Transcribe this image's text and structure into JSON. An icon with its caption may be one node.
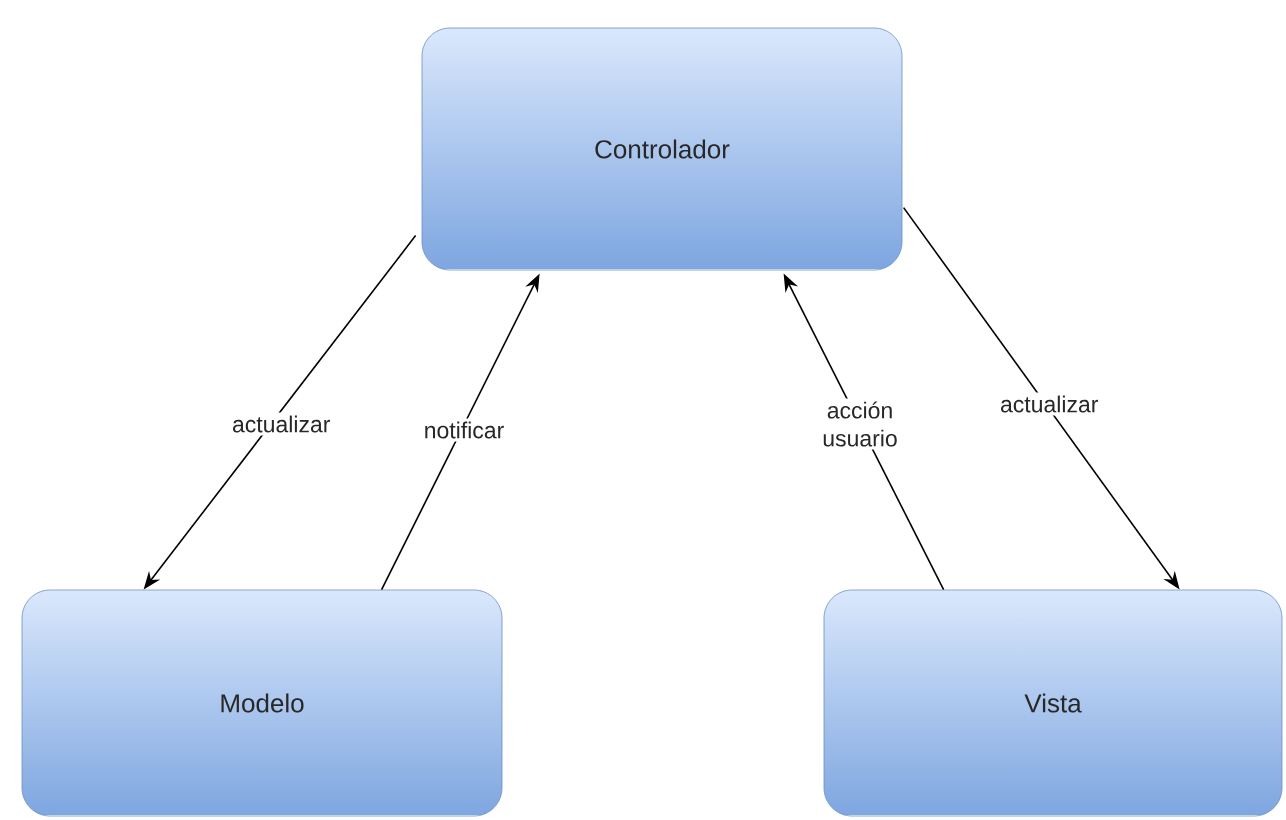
{
  "diagram": {
    "nodes": [
      {
        "text": [
          "Controlador"
        ]
      },
      {
        "text": [
          "Modelo"
        ]
      },
      {
        "text": [
          "Vista"
        ]
      }
    ],
    "edges": [
      {
        "from": 0,
        "to": 1,
        "arrow": "to",
        "label": "actualizar"
      },
      {
        "from": 1,
        "to": 0,
        "arrow": "to",
        "label": "notificar"
      },
      {
        "from": 2,
        "to": 0,
        "arrow": "to",
        "label": "acción usuario"
      },
      {
        "from": 0,
        "to": 2,
        "arrow": "to",
        "label": "actualizar"
      }
    ]
  }
}
